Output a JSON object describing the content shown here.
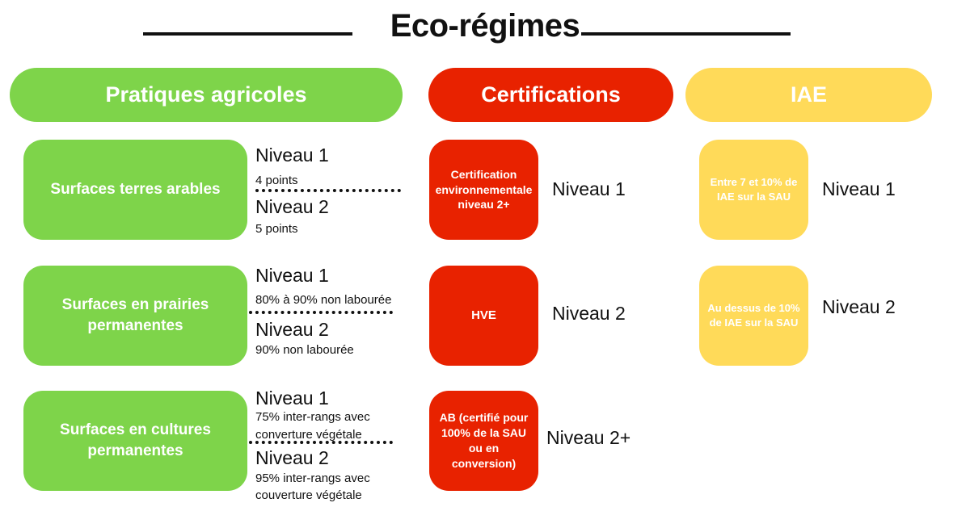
{
  "title": "Eco-régimes",
  "colors": {
    "green": "#7ED44A",
    "red": "#E82200",
    "yellow": "#FFDA59",
    "text": "#111111"
  },
  "columns": [
    {
      "header": "Pratiques agricoles"
    },
    {
      "header": "Certifications"
    },
    {
      "header": "IAE"
    }
  ],
  "pratiques": [
    {
      "label": "Surfaces terres arables",
      "n1": "Niveau 1",
      "n1_detail": "4 points",
      "n2": "Niveau 2",
      "n2_detail": "5 points"
    },
    {
      "label": "Surfaces en prairies permanentes",
      "n1": "Niveau 1",
      "n1_detail": "80% à 90% non labourée",
      "n2": "Niveau 2",
      "n2_detail": "90% non labourée"
    },
    {
      "label": "Surfaces en cultures permanentes",
      "n1": "Niveau 1",
      "n1_detail_l1": "75% inter-rangs avec",
      "n1_detail_l2": "converture végétale",
      "n2": "Niveau 2",
      "n2_detail_l1": "95% inter-rangs avec",
      "n2_detail_l2": "couverture végétale"
    }
  ],
  "certifications": [
    {
      "label": "Certification environnementale niveau 2+",
      "level": "Niveau 1"
    },
    {
      "label": "HVE",
      "level": "Niveau 2"
    },
    {
      "label": "AB (certifié pour 100% de la SAU ou en conversion)",
      "level": "Niveau 2+"
    }
  ],
  "iae": [
    {
      "label": "Entre 7 et 10% de IAE sur la SAU",
      "level": "Niveau 1"
    },
    {
      "label": "Au dessus de 10% de IAE sur la SAU",
      "level": "Niveau 2"
    }
  ]
}
